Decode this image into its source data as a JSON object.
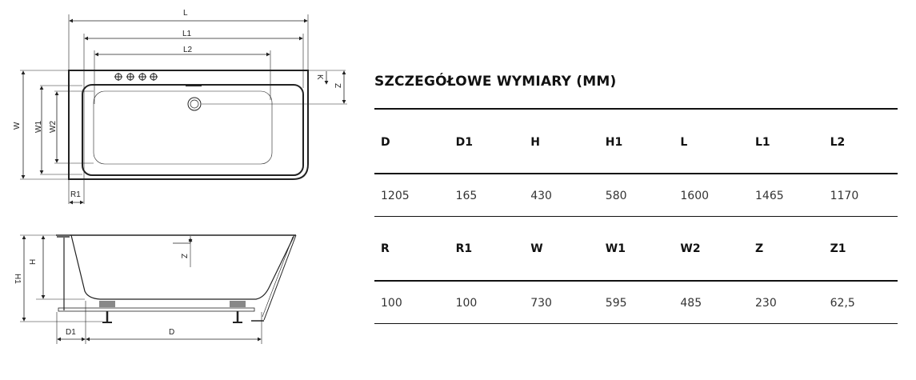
{
  "drawing": {
    "top_view_labels": {
      "L": "L",
      "L1": "L1",
      "L2": "L2",
      "W": "W",
      "W1": "W1",
      "W2": "W2",
      "K": "K",
      "Z": "Z",
      "R1": "R1"
    },
    "side_view_labels": {
      "H1": "H1",
      "H": "H",
      "Z": "Z",
      "D1": "D1",
      "D": "D"
    }
  },
  "table": {
    "title": "SZCZEGÓŁOWE WYMIARY (MM)",
    "rows": [
      {
        "headers": [
          "D",
          "D1",
          "H",
          "H1",
          "L",
          "L1",
          "L2"
        ],
        "values": [
          "1205",
          "165",
          "430",
          "580",
          "1600",
          "1465",
          "1170"
        ]
      },
      {
        "headers": [
          "R",
          "R1",
          "W",
          "W1",
          "W2",
          "Z",
          "Z1"
        ],
        "values": [
          "100",
          "100",
          "730",
          "595",
          "485",
          "230",
          "62,5"
        ]
      }
    ]
  }
}
